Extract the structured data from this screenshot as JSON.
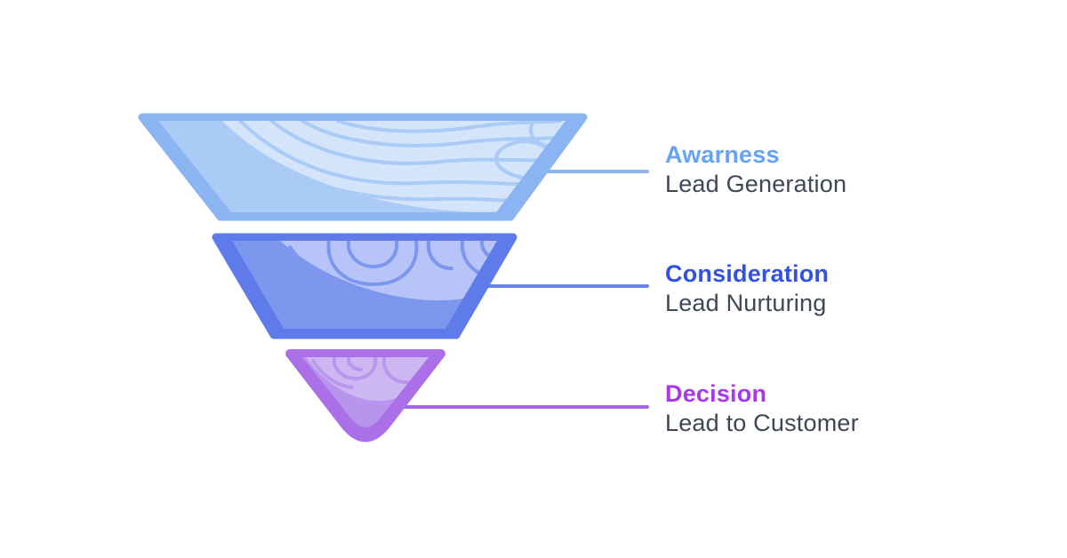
{
  "page": {
    "background": "#ffffff",
    "description": "Marketing funnel diagram with three stages"
  },
  "funnel": {
    "subtitle_color": "#3F4757",
    "stages": [
      {
        "title": "Awarness",
        "subtitle": "Lead Generation",
        "title_color": "#67A3F3",
        "colors": {
          "edge": "#8BB5F2",
          "mid": "#A9CBF6",
          "light": "#D3E4FB",
          "pattern": "#A9CBF5",
          "connector": "#8BB5F2"
        }
      },
      {
        "title": "Consideration",
        "subtitle": "Lead Nurturing",
        "title_color": "#3351E5",
        "colors": {
          "edge": "#5E7BE9",
          "mid": "#7D97EF",
          "light": "#B7C4F7",
          "pattern": "#7D96EE",
          "connector": "#6583EB"
        }
      },
      {
        "title": "Decision",
        "subtitle": "Lead to Customer",
        "title_color": "#A838E9",
        "colors": {
          "edge": "#AB70E7",
          "mid": "#B795EC",
          "light": "#CDB7F1",
          "pattern": "#B withdrew",
          "connector": "#A763E4"
        }
      }
    ]
  }
}
